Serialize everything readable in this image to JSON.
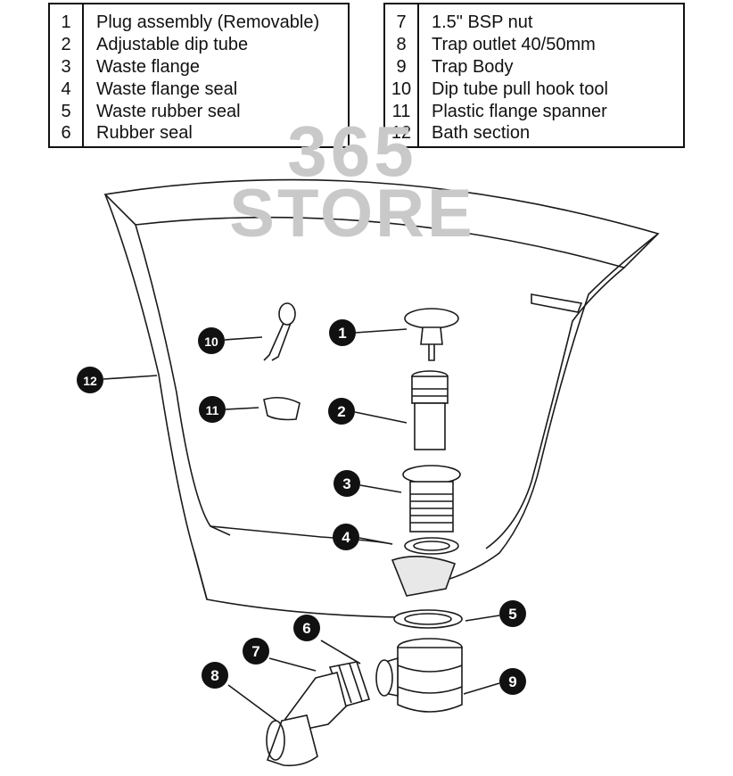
{
  "legend_left": [
    {
      "num": "1",
      "label": "Plug assembly (Removable)"
    },
    {
      "num": "2",
      "label": "Adjustable dip tube"
    },
    {
      "num": "3",
      "label": "Waste flange"
    },
    {
      "num": "4",
      "label": "Waste flange seal"
    },
    {
      "num": "5",
      "label": "Waste rubber seal"
    },
    {
      "num": "6",
      "label": "Rubber seal"
    }
  ],
  "legend_right": [
    {
      "num": "7",
      "label": "1.5\" BSP nut"
    },
    {
      "num": "8",
      "label": "Trap outlet 40/50mm"
    },
    {
      "num": "9",
      "label": "Trap Body"
    },
    {
      "num": "10",
      "label": "Dip tube pull hook tool"
    },
    {
      "num": "11",
      "label": "Plastic flange spanner"
    },
    {
      "num": "12",
      "label": "Bath section"
    }
  ],
  "watermark": {
    "line1": "365",
    "line2": "STORE"
  },
  "callouts": [
    "1",
    "2",
    "3",
    "4",
    "5",
    "6",
    "7",
    "8",
    "9",
    "10",
    "11",
    "12"
  ]
}
